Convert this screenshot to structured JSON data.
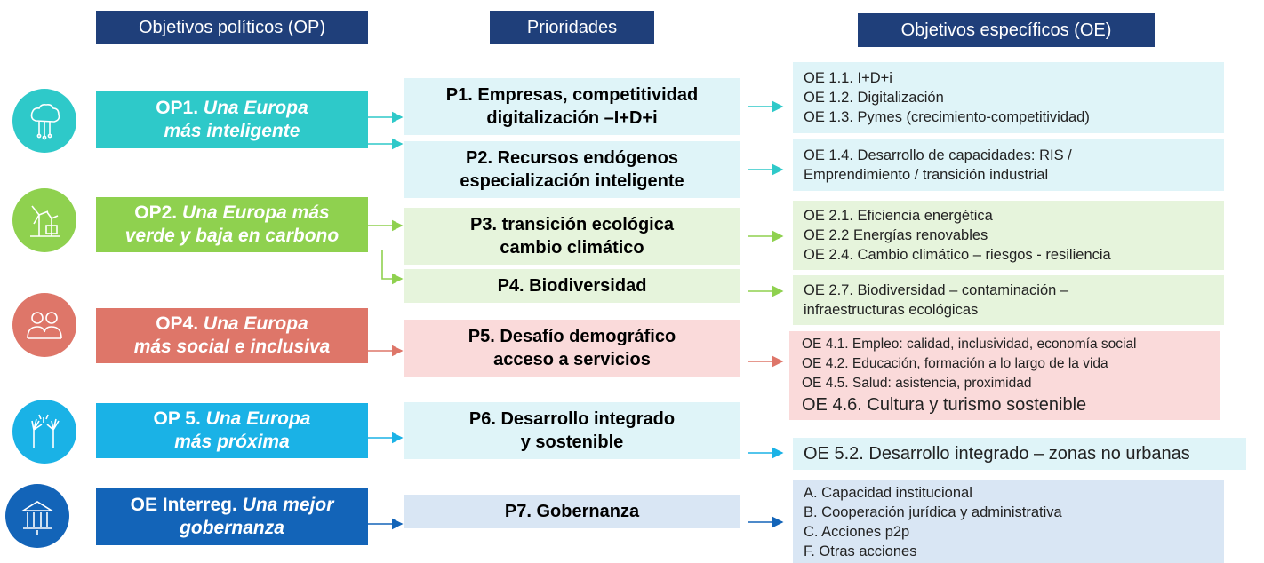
{
  "headers": {
    "op": "Objetivos políticos (OP)",
    "prio": "Prioridades",
    "oe": "Objetivos específicos (OE)"
  },
  "colors": {
    "teal": "#2ec9c9",
    "green": "#8fd14f",
    "red": "#de7669",
    "cyan": "#1ab2e6",
    "blue": "#1364b8",
    "header": "#1f3f7a"
  },
  "ops": [
    {
      "bold": "OP1.",
      "line1_italic": "Una Europa",
      "line2_italic": "más inteligente",
      "icon": "brain-circuit-icon"
    },
    {
      "bold": "OP2.",
      "line1_italic": "Una Europa más",
      "line2_italic": "verde y baja en carbono",
      "icon": "wind-turbine-icon"
    },
    {
      "bold": "OP4.",
      "line1_italic": "Una Europa",
      "line2_italic": "más social e inclusiva",
      "icon": "people-group-icon"
    },
    {
      "bold": "OP 5.",
      "line1_italic": "Una Europa",
      "line2_italic": "más próxima",
      "icon": "raised-hands-icon"
    },
    {
      "bold": "OE Interreg.",
      "line1_italic": "Una mejor",
      "line2_italic": "gobernanza",
      "icon": "government-building-icon"
    }
  ],
  "priorities": [
    {
      "line1": "P1. Empresas, competitividad",
      "line2": "digitalización –I+D+i"
    },
    {
      "line1": "P2. Recursos endógenos",
      "line2": "especialización inteligente"
    },
    {
      "line1": "P3. transición ecológica",
      "line2": "cambio climático"
    },
    {
      "line1": "P4. Biodiversidad",
      "line2": ""
    },
    {
      "line1": "P5. Desafío demográfico",
      "line2": "acceso a servicios"
    },
    {
      "line1": "P6. Desarrollo integrado",
      "line2": "y sostenible"
    },
    {
      "line1": "P7. Gobernanza",
      "line2": ""
    }
  ],
  "objectives": [
    {
      "lines": [
        "OE 1.1. I+D+i",
        "OE 1.2. Digitalización",
        "OE 1.3. Pymes (crecimiento-competitividad)"
      ]
    },
    {
      "lines": [
        "OE 1.4. Desarrollo de capacidades: RIS /",
        "Emprendimiento / transición industrial"
      ]
    },
    {
      "lines": [
        "OE 2.1. Eficiencia energética",
        "OE 2.2 Energías renovables",
        "OE 2.4. Cambio climático – riesgos - resiliencia"
      ]
    },
    {
      "lines": [
        "OE 2.7. Biodiversidad – contaminación –",
        "infraestructuras ecológicas"
      ]
    },
    {
      "lines": [
        "OE 4.1. Empleo: calidad, inclusividad, economía social",
        "OE 4.2. Educación, formación a lo largo de la vida",
        "OE 4.5. Salud: asistencia, proximidad"
      ],
      "highlight": "OE 4.6. Cultura y turismo sostenible"
    },
    {
      "lines": [
        "OE 5.2. Desarrollo integrado – zonas no urbanas"
      ]
    },
    {
      "lines": [
        "A.  Capacidad institucional",
        "B.  Cooperación jurídica y administrativa",
        "C.  Acciones p2p",
        "F.  Otras acciones"
      ]
    }
  ]
}
